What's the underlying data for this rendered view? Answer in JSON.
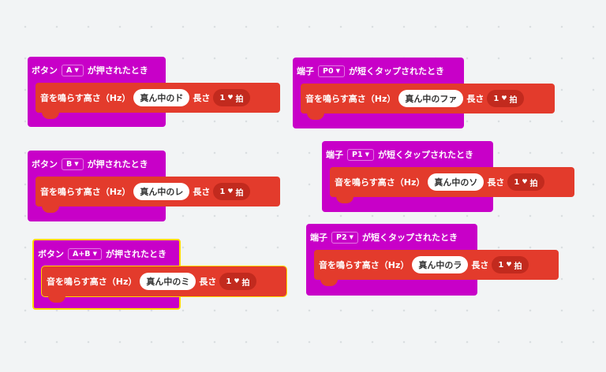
{
  "blocks": [
    {
      "event_prefix": "ボタン",
      "selector": "A",
      "event_suffix": "が押されたとき",
      "play_label": "音を鳴らす高さ（Hz）",
      "note": "真ん中のド",
      "length_label": "長さ",
      "beats": "1",
      "beat_unit": "拍"
    },
    {
      "event_prefix": "ボタン",
      "selector": "B",
      "event_suffix": "が押されたとき",
      "play_label": "音を鳴らす高さ（Hz）",
      "note": "真ん中のレ",
      "length_label": "長さ",
      "beats": "1",
      "beat_unit": "拍"
    },
    {
      "event_prefix": "ボタン",
      "selector": "A+B",
      "event_suffix": "が押されたとき",
      "play_label": "音を鳴らす高さ（Hz）",
      "note": "真ん中のミ",
      "length_label": "長さ",
      "beats": "1",
      "beat_unit": "拍"
    },
    {
      "event_prefix": "端子",
      "selector": "P0",
      "event_suffix": "が短くタップされたとき",
      "play_label": "音を鳴らす高さ（Hz）",
      "note": "真ん中のファ",
      "length_label": "長さ",
      "beats": "1",
      "beat_unit": "拍"
    },
    {
      "event_prefix": "端子",
      "selector": "P1",
      "event_suffix": "が短くタップされたとき",
      "play_label": "音を鳴らす高さ（Hz）",
      "note": "真ん中のソ",
      "length_label": "長さ",
      "beats": "1",
      "beat_unit": "拍"
    },
    {
      "event_prefix": "端子",
      "selector": "P2",
      "event_suffix": "が短くタップされたとき",
      "play_label": "音を鳴らす高さ（Hz）",
      "note": "真ん中のラ",
      "length_label": "長さ",
      "beats": "1",
      "beat_unit": "拍"
    }
  ],
  "colors": {
    "event_block": "#c800c8",
    "music_block": "#e33b2c",
    "selection": "#ffd700"
  },
  "icons": {
    "dropdown": "chevron-down-icon",
    "beat_dropdown": "heart-icon"
  }
}
